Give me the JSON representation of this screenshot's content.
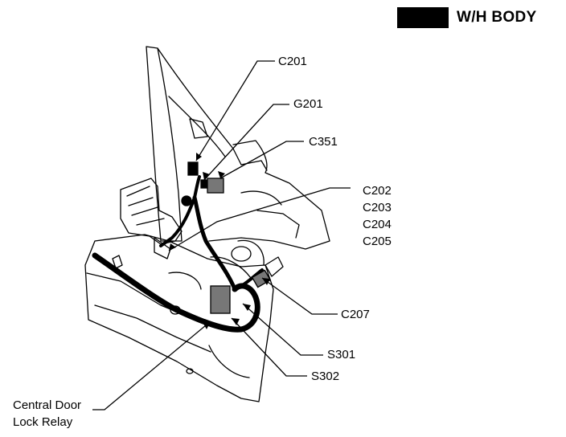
{
  "header": {
    "section_title": "W/H BODY"
  },
  "callouts": {
    "c201": "C201",
    "g201": "G201",
    "c351": "C351",
    "c202_group": [
      "C202",
      "C203",
      "C204",
      "C205"
    ],
    "c207": "C207",
    "s301": "S301",
    "s302": "S302",
    "relay": [
      "Central Door",
      "Lock Relay"
    ]
  },
  "colors": {
    "ink": "#000000",
    "paper": "#ffffff"
  }
}
